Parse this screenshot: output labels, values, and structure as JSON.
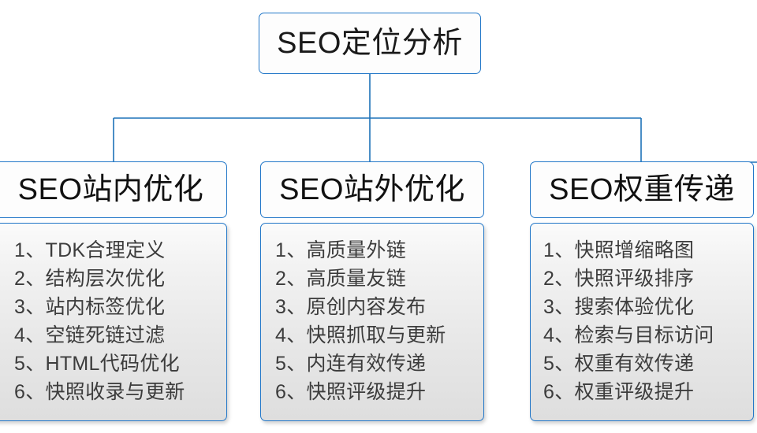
{
  "root": {
    "label": "SEO定位分析"
  },
  "columns": [
    {
      "header": "SEO站内优化",
      "items": [
        "1、TDK合理定义",
        "2、结构层次优化",
        "3、站内标签优化",
        "4、空链死链过滤",
        "5、HTML代码优化",
        "6、快照收录与更新"
      ]
    },
    {
      "header": "SEO站外优化",
      "items": [
        "1、高质量外链",
        "2、高质量友链",
        "3、原创内容发布",
        "4、快照抓取与更新",
        "5、内连有效传递",
        "6、快照评级提升"
      ]
    },
    {
      "header": "SEO权重传递",
      "items": [
        "1、快照增缩略图",
        "2、快照评级排序",
        "3、搜索体验优化",
        "4、检索与目标访问",
        "5、权重有效传递",
        "6、权重评级提升"
      ]
    }
  ],
  "colors": {
    "border": "#2277c8",
    "connector": "#1d72b8",
    "header_text": "#111111",
    "item_text": "#3c3c3c",
    "background": "#ffffff"
  }
}
